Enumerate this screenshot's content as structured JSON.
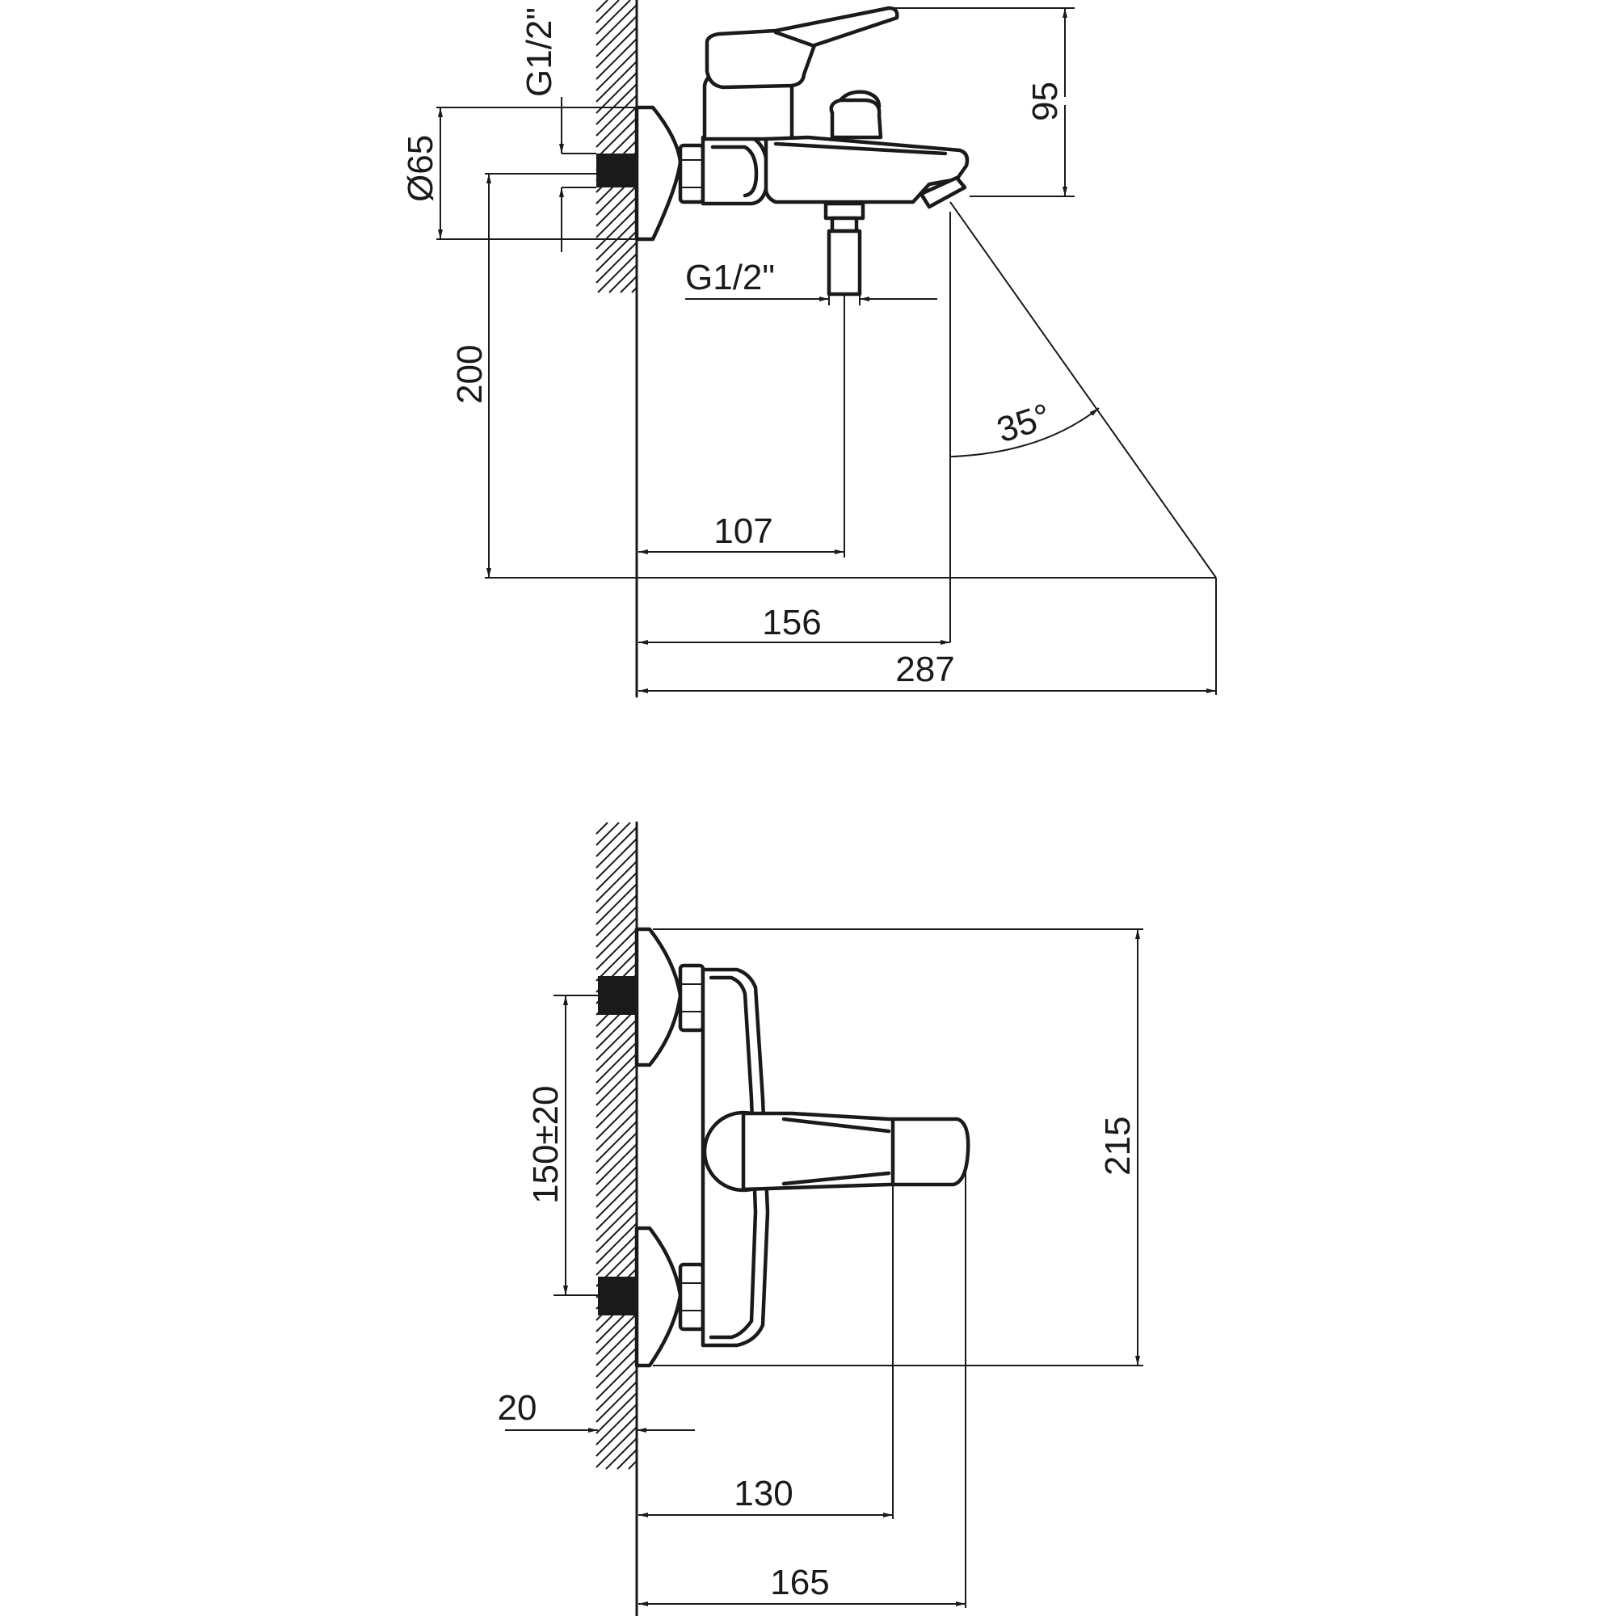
{
  "side_view": {
    "dim_inlet_thread": "G1/2\"",
    "dim_flange_diameter": "Ø65",
    "dim_height": "95",
    "dim_outlet_thread": "G1/2\"",
    "dim_vertical_200": "200",
    "dim_spout_angle": "35°",
    "dim_107": "107",
    "dim_156": "156",
    "dim_287": "287"
  },
  "front_view": {
    "dim_centers": "150±20",
    "dim_height": "215",
    "dim_thread_depth": "20",
    "dim_130": "130",
    "dim_165": "165"
  }
}
